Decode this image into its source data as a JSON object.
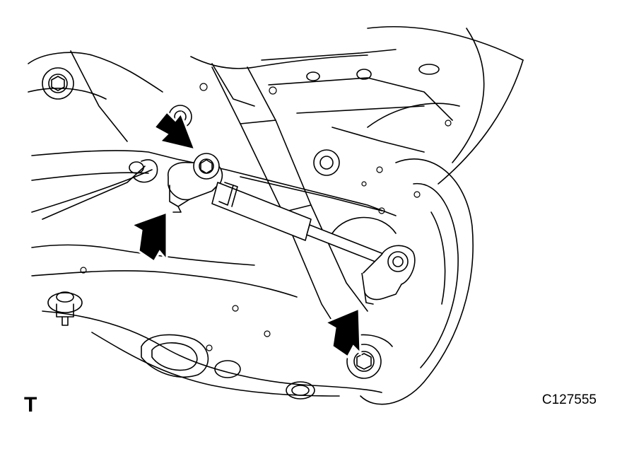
{
  "figure": {
    "orientation_mark": "T",
    "code": "C127555"
  },
  "callouts": {
    "arrow_count": 3
  }
}
